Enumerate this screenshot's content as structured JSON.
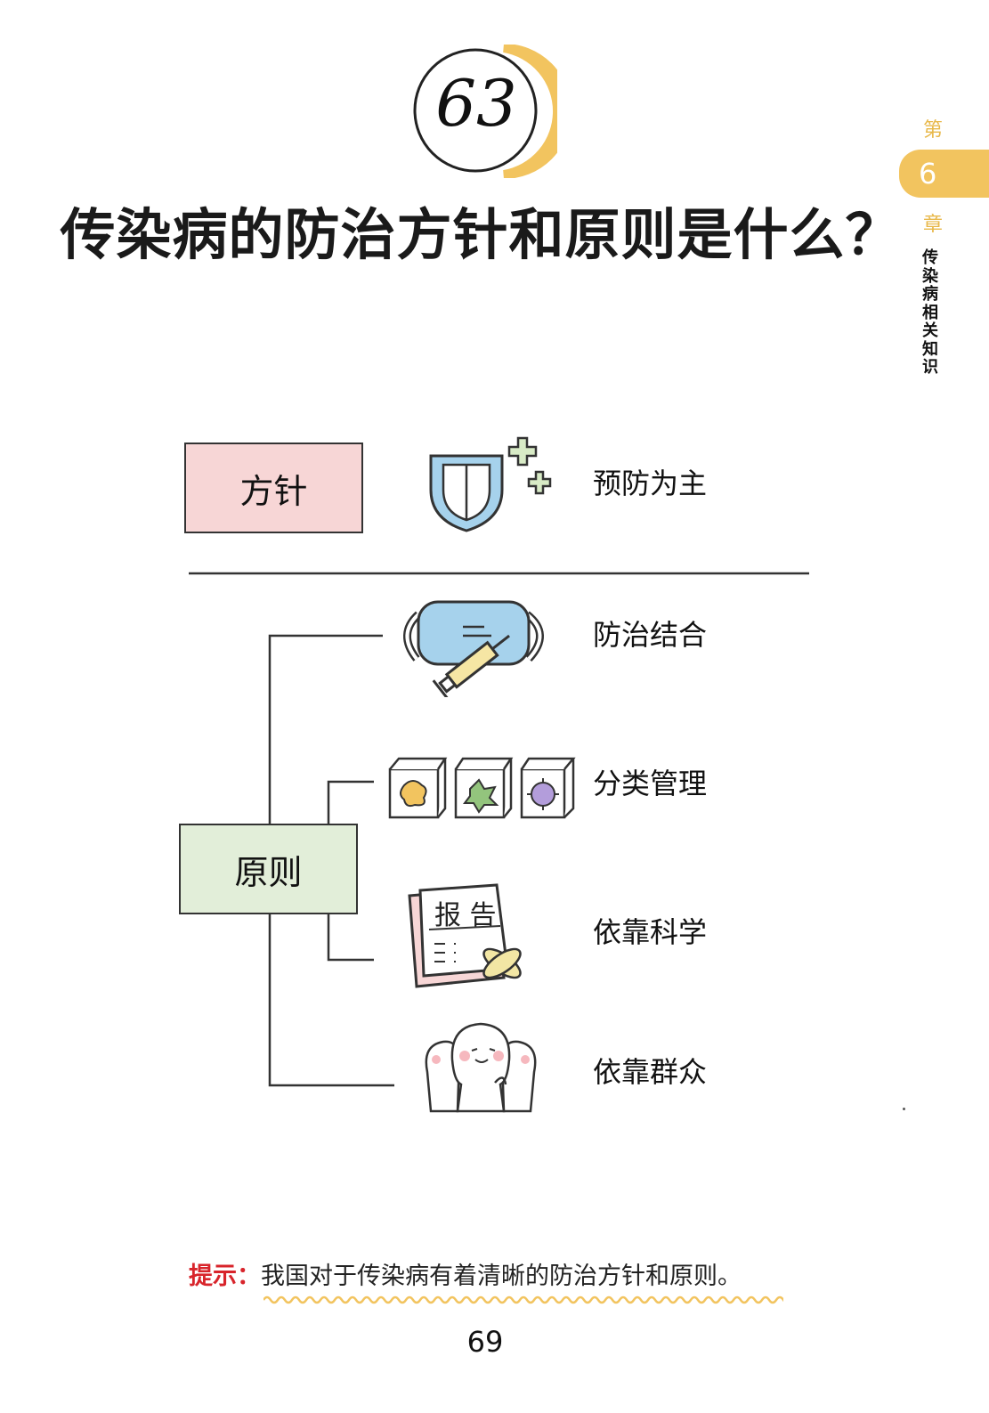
{
  "question": {
    "number": "63",
    "title": "传染病的防治方针和原则是什么？"
  },
  "chapter": {
    "prefix": "第",
    "number": "6",
    "suffix": "章",
    "title": "传染病相关知识",
    "tab_color": "#f2c45f"
  },
  "diagram": {
    "policy": {
      "box_label": "方针",
      "box_color": "#f7d6d6",
      "items": [
        {
          "label": "预防为主",
          "icon": "shield-icon"
        }
      ]
    },
    "principle": {
      "box_label": "原则",
      "box_color": "#e2eed9",
      "items": [
        {
          "label": "防治结合",
          "icon": "mask-syringe-icon"
        },
        {
          "label": "分类管理",
          "icon": "virus-boxes-icon"
        },
        {
          "label": "依靠科学",
          "icon": "report-icon"
        },
        {
          "label": "依靠群众",
          "icon": "people-icon"
        }
      ]
    }
  },
  "hint": {
    "label": "提示：",
    "text": "我国对于传染病有着清晰的防治方针和原则。",
    "label_color": "#d8242b"
  },
  "page_number": "69"
}
